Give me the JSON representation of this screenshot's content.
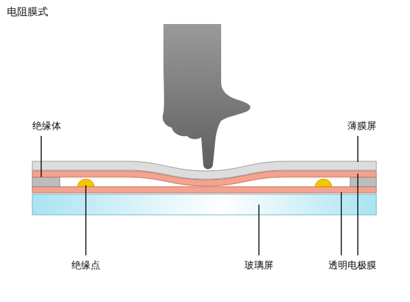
{
  "diagram": {
    "title": "电阻膜式",
    "labels": [
      "绝缘体",
      "薄膜屏",
      "绝缘点",
      "玻璃屏",
      "透明电极膜"
    ]
  }
}
